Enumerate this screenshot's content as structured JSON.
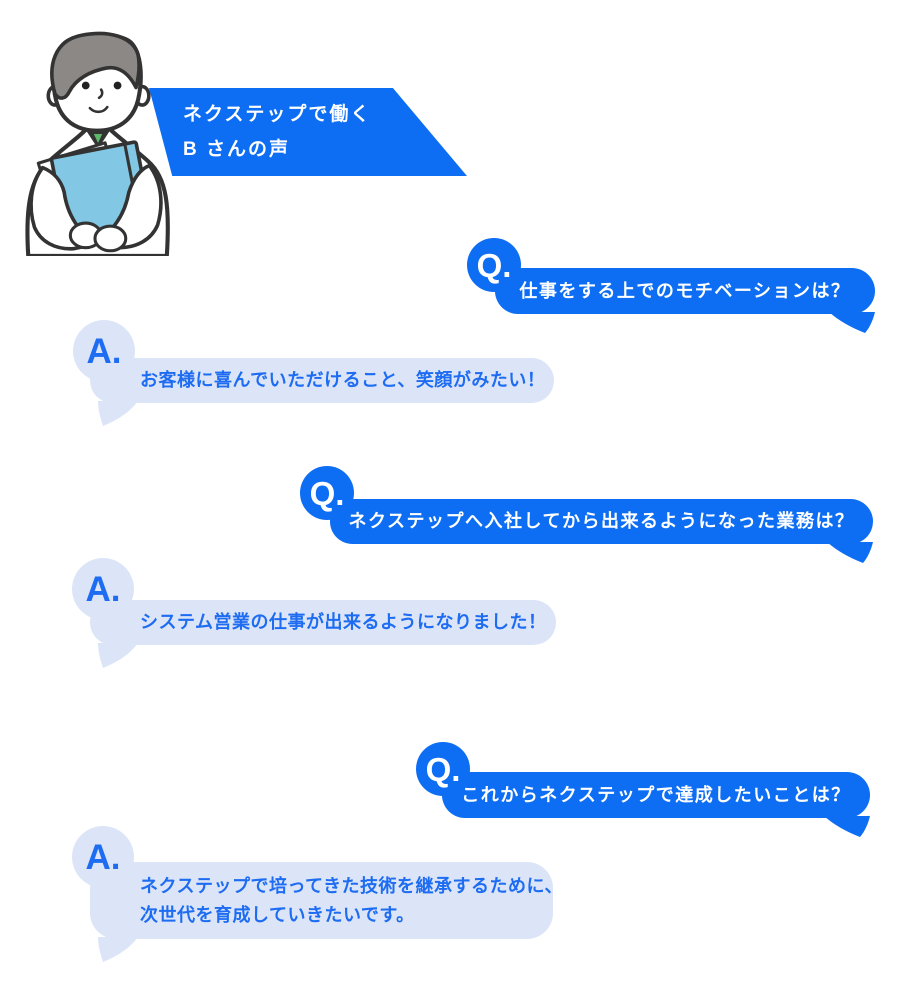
{
  "colors": {
    "primary_blue": "#0d6ef4",
    "light_blue_bubble": "#dce5f7",
    "answer_text_blue": "#1d6cf2",
    "banner_text": "#ffffff",
    "book_teal": "#82c7e4",
    "hair_gray": "#8b8886",
    "collar_green": "#5fb868"
  },
  "banner": {
    "line1": "ネクステップで働く",
    "line2": "B さんの声"
  },
  "illustration": {
    "name": "male-employee-holding-book"
  },
  "qa": [
    {
      "q_label": "Q.",
      "question": "仕事をする上でのモチベーションは？",
      "a_label": "A.",
      "answer_lines": [
        "お客様に喜んでいただけること、笑顔がみたい！"
      ]
    },
    {
      "q_label": "Q.",
      "question": "ネクステップへ入社してから出来るようになった業務は？",
      "a_label": "A.",
      "answer_lines": [
        "システム営業の仕事が出来るようになりました！"
      ]
    },
    {
      "q_label": "Q.",
      "question": "これからネクステップで達成したいことは？",
      "a_label": "A.",
      "answer_lines": [
        "ネクステップで培ってきた技術を継承するために、",
        "次世代を育成していきたいです。"
      ]
    }
  ]
}
